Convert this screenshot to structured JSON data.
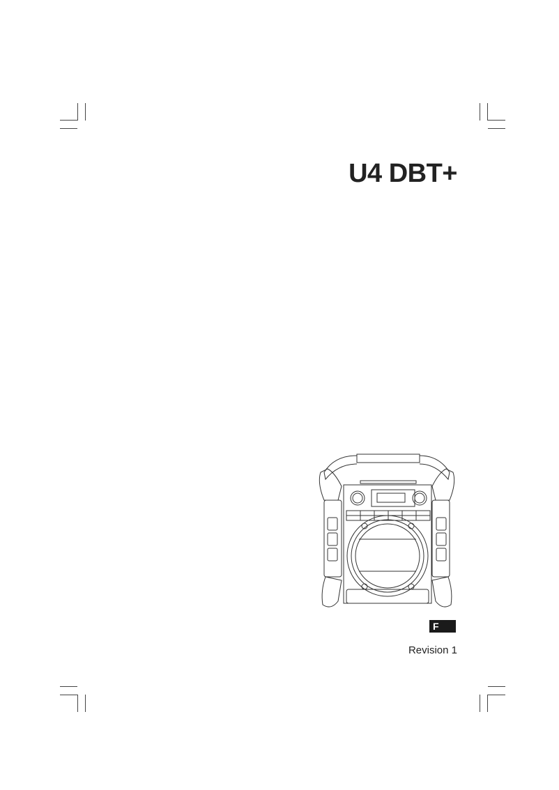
{
  "document": {
    "model_title": "U4 DBT+",
    "language_tab": "F",
    "revision": "Revision 1"
  },
  "illustration": {
    "icon": "radio-product-drawing"
  }
}
